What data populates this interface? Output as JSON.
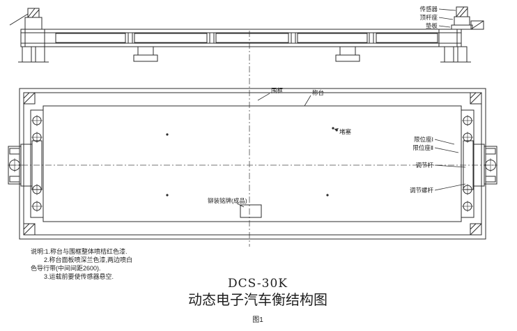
{
  "page": {
    "background": "#ffffff",
    "line_color": "#2b2b2b"
  },
  "side_view": {
    "labels": {
      "sensor": "传感器",
      "rod_seat": "顶杆座",
      "pad": "垫板"
    }
  },
  "plan_view": {
    "labels": {
      "frame": "围框",
      "platform": "称台",
      "plug": "堵塞",
      "limit_seat_1": "限位座Ⅰ",
      "limit_seat_2": "限位座Ⅱ",
      "adjust_rod": "调节杆",
      "adjust_screw": "调节螺杆",
      "nameplate": "铆装铭牌(成品)"
    }
  },
  "notes": {
    "line1": "说明:1.称台与围框整体喷桔红色漆.",
    "line2": "2.称台面板喷深兰色漆,两边喷白",
    "line3": "色导行带(中间间距2600).",
    "line4": "3.运载前要使传感器悬空."
  },
  "title": {
    "model": "DCS-30K",
    "name": "动态电子汽车衡结构图",
    "figure": "图1"
  }
}
